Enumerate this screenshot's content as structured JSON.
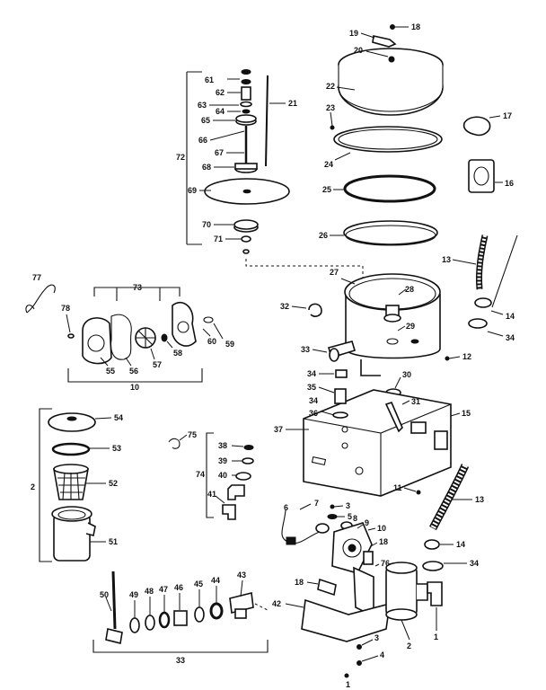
{
  "labels": {
    "l1": "1",
    "l2": "2",
    "l3": "3",
    "l4": "4",
    "l5": "5",
    "l6": "6",
    "l7": "7",
    "l8": "8",
    "l9": "9",
    "l10": "10",
    "l11": "11",
    "l12": "12",
    "l13": "13",
    "l14": "14",
    "l15": "15",
    "l16": "16",
    "l17": "17",
    "l18": "18",
    "l19": "19",
    "l20": "20",
    "l21": "21",
    "l22": "22",
    "l23": "23",
    "l24": "24",
    "l25": "25",
    "l26": "26",
    "l27": "27",
    "l28": "28",
    "l29": "29",
    "l30": "30",
    "l31": "31",
    "l32": "32",
    "l33": "33",
    "l34": "34",
    "l35": "35",
    "l36": "36",
    "l37": "37",
    "l38": "38",
    "l39": "39",
    "l40": "40",
    "l41": "41",
    "l42": "42",
    "l43": "43",
    "l44": "44",
    "l45": "45",
    "l46": "46",
    "l47": "47",
    "l48": "48",
    "l49": "49",
    "l50": "50",
    "l51": "51",
    "l52": "52",
    "l53": "53",
    "l54": "54",
    "l55": "55",
    "l56": "56",
    "l57": "57",
    "l58": "58",
    "l59": "59",
    "l60": "60",
    "l61": "61",
    "l62": "62",
    "l63": "63",
    "l64": "64",
    "l65": "65",
    "l66": "66",
    "l67": "67",
    "l68": "68",
    "l69": "69",
    "l70": "70",
    "l71": "71",
    "l72": "72",
    "l73": "73",
    "l74": "74",
    "l75": "75",
    "l76": "76",
    "l77": "77",
    "l78": "78"
  }
}
